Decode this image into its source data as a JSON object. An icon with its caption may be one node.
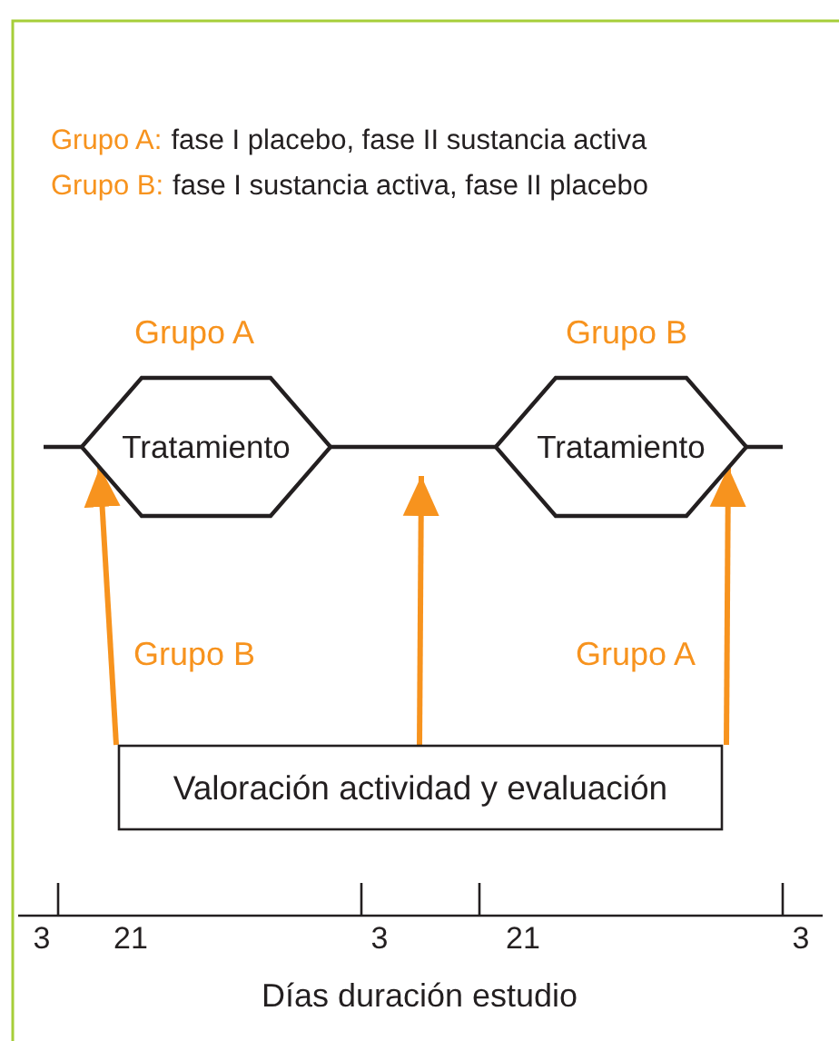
{
  "diagram": {
    "nodes": [
      {
        "text": [
          "Tratamiento"
        ],
        "beside": [
          "Grupo A"
        ]
      },
      {
        "text": [
          "Tratamiento"
        ],
        "beside": [
          "Grupo B"
        ]
      },
      {
        "text": [
          "Valoración actividad y evaluación"
        ]
      }
    ],
    "edges": [
      {
        "from": null,
        "to": 0,
        "arrow": "none"
      },
      {
        "from": 0,
        "to": 1,
        "arrow": "none"
      },
      {
        "from": 1,
        "to": null,
        "arrow": "none"
      },
      {
        "from": 2,
        "to": 0,
        "arrow": "to",
        "label": "Grupo B",
        "color": "#f7931e"
      },
      {
        "from": 2,
        "to": null,
        "arrow": "to",
        "color": "#f7931e"
      },
      {
        "from": 2,
        "to": 1,
        "arrow": "to",
        "label": "Grupo A",
        "color": "#f7931e"
      }
    ],
    "labels": [
      "Grupo A:",
      "fase I placebo, fase II sustancia activa",
      "Grupo B:",
      "fase I sustancia activa, fase II placebo",
      "3",
      "21",
      "3",
      "21",
      "3",
      "Días duración estudio"
    ]
  }
}
